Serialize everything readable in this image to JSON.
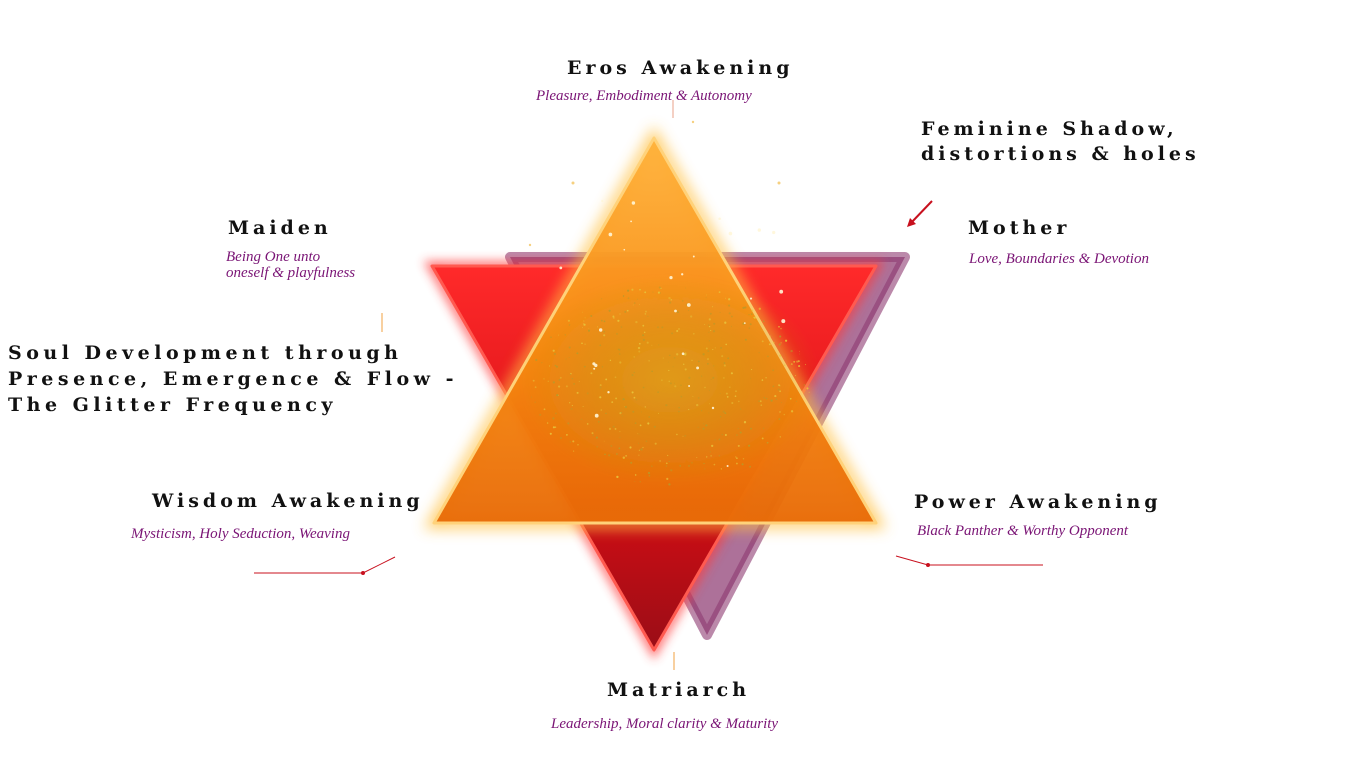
{
  "nodes": {
    "eros": {
      "title": "Eros Awakening",
      "subtitle": "Pleasure, Embodiment & Autonomy"
    },
    "shadow": {
      "title_line1": "Feminine Shadow,",
      "title_line2": "distortions & holes"
    },
    "mother": {
      "title": "Mother",
      "subtitle": "Love, Boundaries & Devotion"
    },
    "maiden": {
      "title": "Maiden",
      "subtitle_line1": "Being One unto",
      "subtitle_line2": "oneself & playfulness"
    },
    "soul": {
      "line1": "Soul Development through",
      "line2": "Presence, Emergence & Flow -",
      "line3": "The Glitter Frequency"
    },
    "wisdom": {
      "title": "Wisdom Awakening",
      "subtitle": "Mysticism, Holy Seduction, Weaving"
    },
    "power": {
      "title": "Power Awakening",
      "subtitle": "Black Panther & Worthy Opponent"
    },
    "matriarch": {
      "title": "Matriarch",
      "subtitle": "Leadership, Moral clarity  & Maturity"
    }
  },
  "colors": {
    "title_text": "#111111",
    "subtitle_text": "#7a1475",
    "upward_triangle": "#f78a10",
    "downward_triangle": "#e0101a",
    "shadow_triangle": "#8e3a72",
    "connector_line": "#c8101e"
  }
}
